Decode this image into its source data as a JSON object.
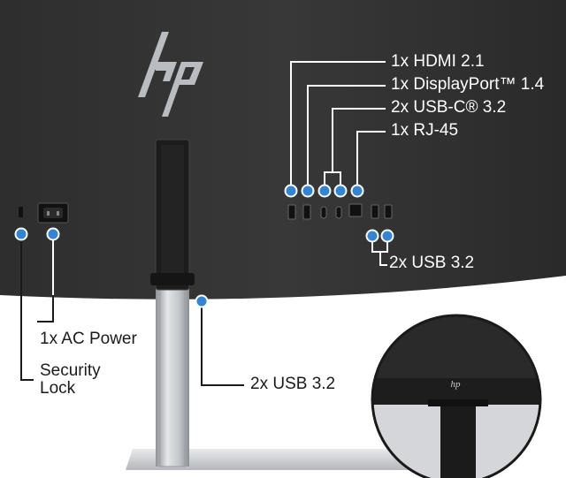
{
  "labels": {
    "hdmi": "1x HDMI 2.1",
    "displayport": "1x DisplayPort™ 1.4",
    "usb_c": "2x USB-C® 3.2",
    "rj45": "1x RJ-45",
    "usb_back": "2x USB 3.2",
    "ac_power": "1x AC Power",
    "security_line1": "Security",
    "security_line2": "Lock",
    "usb_stand": "2x USB 3.2"
  },
  "logo": {
    "text": "hp",
    "style": "angled-hp-logo"
  },
  "colors": {
    "monitor_back": "#2b2b2b",
    "callout_dot": "#2f86d6",
    "stand_silver": "#c8cbcf",
    "text_on_dark": "#ffffff",
    "text_on_light": "#1a1a1a"
  },
  "icons": [
    "hp-logo-icon",
    "ac-socket-icon",
    "security-slot-icon",
    "hdmi-port-icon",
    "displayport-port-icon",
    "usb-c-port-icon",
    "rj45-port-icon",
    "usb-a-port-icon"
  ]
}
